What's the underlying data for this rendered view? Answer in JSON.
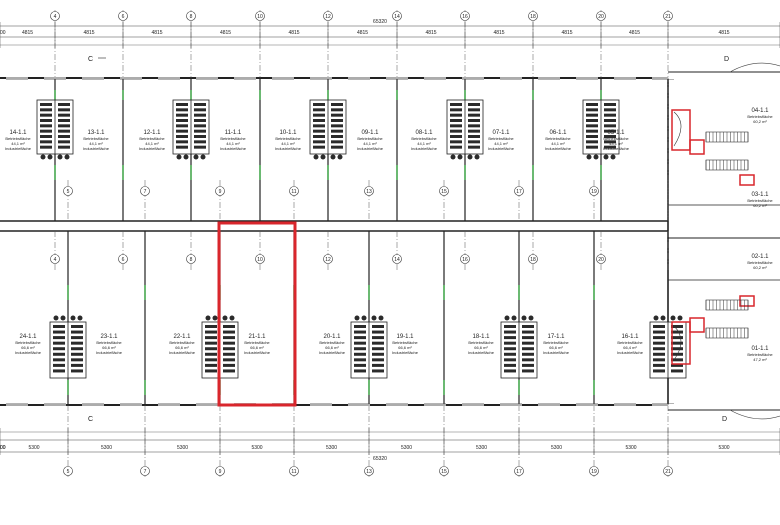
{
  "top_bay_dims": [
    "4815",
    "4815",
    "4815",
    "4815",
    "4815",
    "4815",
    "4815",
    "4815",
    "4815",
    "4815",
    "4815",
    "9500"
  ],
  "bottom_bay_dims": [
    "5300",
    "5300",
    "5300",
    "5300",
    "5300",
    "5300",
    "5300",
    "5300",
    "5300",
    "5300",
    "5300",
    "9500"
  ],
  "overall_dim": "65320",
  "grid_labels_top": [
    "4",
    "6",
    "8",
    "10",
    "12",
    "14",
    "16",
    "18",
    "20",
    "21"
  ],
  "grid_labels_mid_upper": [
    "5",
    "7",
    "9",
    "11",
    "13",
    "15",
    "17",
    "19"
  ],
  "grid_labels_mid_lower": [
    "4",
    "6",
    "8",
    "10",
    "12",
    "14",
    "16",
    "18",
    "20"
  ],
  "grid_labels_bottom": [
    "5",
    "7",
    "9",
    "11",
    "13",
    "15",
    "17",
    "19",
    "21"
  ],
  "section_marks": {
    "left": "C",
    "right": "D"
  },
  "upper_units": [
    {
      "id": "14-1.1",
      "desc": "Betriebsfläche",
      "area": "44,1 m²",
      "use": "Industriefläche"
    },
    {
      "id": "13-1.1",
      "desc": "Betriebsfläche",
      "area": "44,1 m²",
      "use": "Industriefläche"
    },
    {
      "id": "12-1.1",
      "desc": "Betriebsfläche",
      "area": "44,1 m²",
      "use": "Industriefläche"
    },
    {
      "id": "11-1.1",
      "desc": "Betriebsfläche",
      "area": "44,1 m²",
      "use": "Industriefläche"
    },
    {
      "id": "10-1.1",
      "desc": "Betriebsfläche",
      "area": "44,1 m²",
      "use": "Industriefläche"
    },
    {
      "id": "09-1.1",
      "desc": "Betriebsfläche",
      "area": "44,1 m²",
      "use": "Industriefläche"
    },
    {
      "id": "08-1.1",
      "desc": "Betriebsfläche",
      "area": "44,1 m²",
      "use": "Industriefläche"
    },
    {
      "id": "07-1.1",
      "desc": "Betriebsfläche",
      "area": "44,1 m²",
      "use": "Industriefläche"
    },
    {
      "id": "06-1.1",
      "desc": "Betriebsfläche",
      "area": "44,1 m²",
      "use": "Industriefläche"
    },
    {
      "id": "05-1.1",
      "desc": "Betriebsfläche",
      "area": "44,1 m²",
      "use": "Industriefläche"
    }
  ],
  "lower_units": [
    {
      "id": "24-1.1",
      "desc": "Betriebsfläche",
      "area": "66,6 m²",
      "use": "Industriefläche"
    },
    {
      "id": "23-1.1",
      "desc": "Betriebsfläche",
      "area": "66,6 m²",
      "use": "Industriefläche"
    },
    {
      "id": "22-1.1",
      "desc": "Betriebsfläche",
      "area": "66,6 m²",
      "use": "Industriefläche"
    },
    {
      "id": "21-1.1",
      "desc": "Betriebsfläche",
      "area": "66,6 m²",
      "use": "Industriefläche"
    },
    {
      "id": "20-1.1",
      "desc": "Betriebsfläche",
      "area": "66,6 m²",
      "use": "Industriefläche"
    },
    {
      "id": "19-1.1",
      "desc": "Betriebsfläche",
      "area": "66,6 m²",
      "use": "Industriefläche"
    },
    {
      "id": "18-1.1",
      "desc": "Betriebsfläche",
      "area": "66,6 m²",
      "use": "Industriefläche"
    },
    {
      "id": "17-1.1",
      "desc": "Betriebsfläche",
      "area": "66,6 m²",
      "use": "Industriefläche"
    },
    {
      "id": "16-1.1",
      "desc": "Betriebsfläche",
      "area": "66,4 m²",
      "use": "Industriefläche"
    }
  ],
  "right_units": [
    {
      "id": "04-1.1",
      "desc": "Betriebsfläche",
      "area": "60,2 m²"
    },
    {
      "id": "03-1.1",
      "desc": "Betriebsfläche",
      "area": "60,2 m²"
    },
    {
      "id": "02-1.1",
      "desc": "Betriebsfläche",
      "area": "60,2 m²"
    },
    {
      "id": "01-1.1",
      "desc": "Betriebsfläche",
      "area": "47,2 m²"
    }
  ],
  "colors": {
    "line": "#222222",
    "grid": "#555555",
    "highlight": "#d9262c",
    "green": "#3fae49",
    "wc_fill": "#2b2b2b"
  }
}
